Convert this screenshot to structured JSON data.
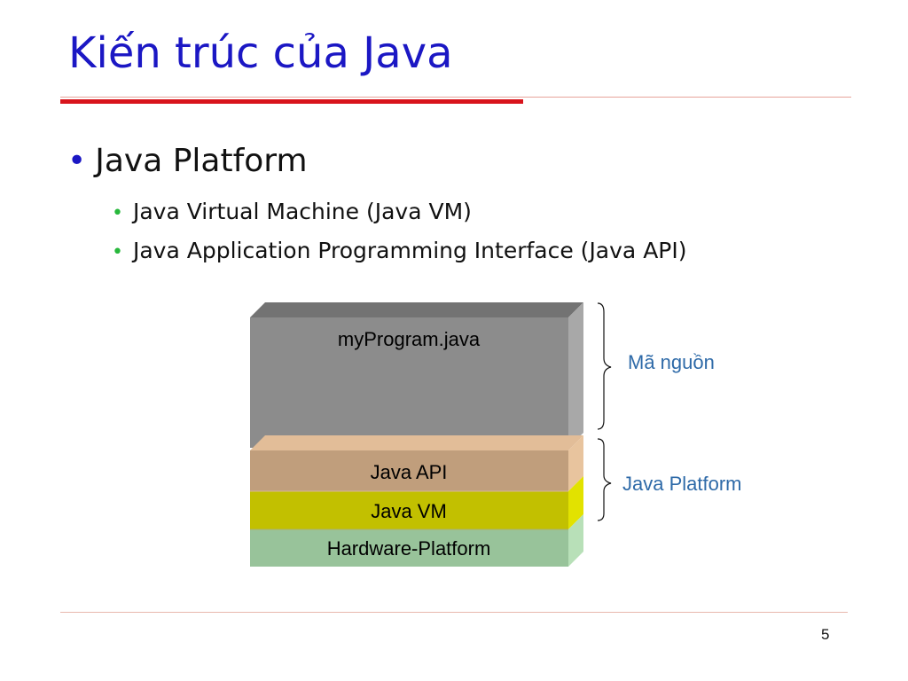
{
  "slide": {
    "title": "Kiến trúc của Java",
    "page_number": "5"
  },
  "bullets": {
    "level1": {
      "text": "Java Platform"
    },
    "level2": [
      {
        "text": "Java Virtual Machine (Java VM)"
      },
      {
        "text": "Java Application Programming Interface (Java API)"
      }
    ]
  },
  "diagram": {
    "layers": {
      "program": {
        "label": "myProgram.java",
        "color": "#8c8c8c"
      },
      "api": {
        "label": "Java API",
        "color": "#c09e7c"
      },
      "vm": {
        "label": "Java VM",
        "color": "#c2c000"
      },
      "hardware": {
        "label": "Hardware-Platform",
        "color": "#98c39a"
      }
    },
    "braces": {
      "source": {
        "label": "Mã nguồn"
      },
      "platform": {
        "label": "Java Platform"
      }
    },
    "label_color": "#2e6aa8"
  }
}
